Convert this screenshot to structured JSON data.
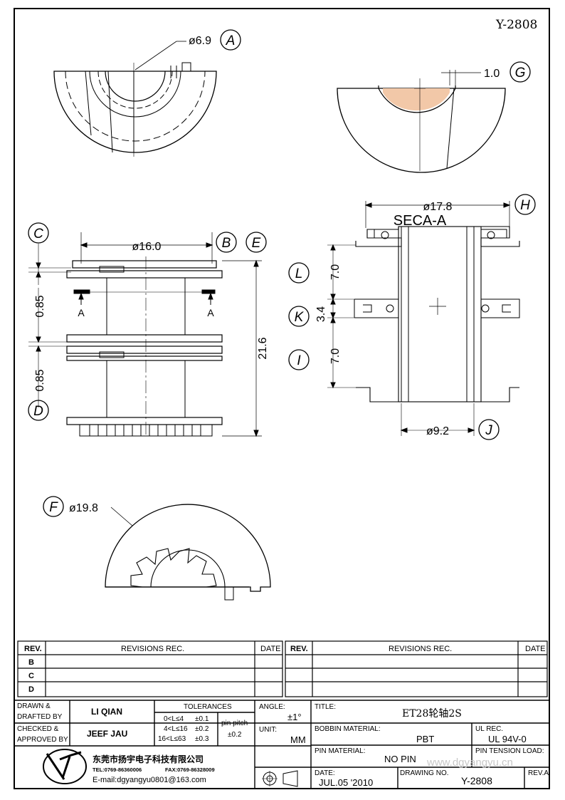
{
  "drawing_number_top": "Y-2808",
  "dims": {
    "a": "ø6.9",
    "g": "1.0",
    "h": "ø17.8",
    "section_title": "SECA-A",
    "b": "ø16.0",
    "e": "21.6",
    "c": "0.85",
    "d": "0.85",
    "section_marker": "A",
    "l": "7.0",
    "k": "3.4",
    "i": "7.0",
    "j": "ø9.2",
    "f": "ø19.8"
  },
  "callouts": {
    "a": "A",
    "b": "B",
    "c": "C",
    "d": "D",
    "e": "E",
    "f": "F",
    "g": "G",
    "h": "H",
    "i": "I",
    "j": "J",
    "k": "K",
    "l": "L"
  },
  "revisions": {
    "left_headers": [
      "REV.",
      "REVISIONS    REC.",
      "DATE"
    ],
    "right_headers": [
      "REV.",
      "REVISIONS    REC.",
      "DATE"
    ],
    "rows": [
      "B",
      "C",
      "D"
    ]
  },
  "title_block": {
    "drawn_label": "DRAWN  &",
    "drafted_label": "DRAFTED  BY",
    "drawn_by": "LI QIAN",
    "checked_label": "CHECKED  &",
    "approved_label": "APPROVED  BY",
    "approved_by": "JEEF JAU",
    "tolerances_label": "TOLERANCES",
    "tol_rows": [
      {
        "range": "0<L≤4",
        "tol": "±0.1"
      },
      {
        "range": "4<L≤16",
        "tol": "±0.2"
      },
      {
        "range": "16<L≤63",
        "tol": "±0.3"
      }
    ],
    "pin_pitch_label": "pin  pitch",
    "pin_pitch_tol": "±0.2",
    "angle_label": "ANGLE:",
    "angle_value": "±1°",
    "unit_label": "UNIT:",
    "unit_value": "MM",
    "title_label": "TITLE:",
    "title_value": "ET28轮轴2S",
    "bobbin_label": "BOBBIN  MATERIAL:",
    "bobbin_value": "PBT",
    "ul_label": "UL  REC.",
    "ul_value": "UL 94V-0",
    "pin_material_label": "PIN  MATERIAL:",
    "pin_material_value": "NO  PIN",
    "pin_tension_label": "PIN  TENSION  LOAD:",
    "watermark": "www.dgyangyu.cn",
    "date_label": "DATE:",
    "date_value": "JUL.05 '2010",
    "drawing_no_label": "DRAWING  NO.",
    "drawing_no_value": "Y-2808",
    "rev_label": "REV.A",
    "company_name": "东莞市扬宇电子科技有限公司",
    "tel": "TEL:0769-86360006",
    "fax": "FAX:0769-86328009",
    "email": "E-mail:dgyangyu0801@163.com"
  }
}
